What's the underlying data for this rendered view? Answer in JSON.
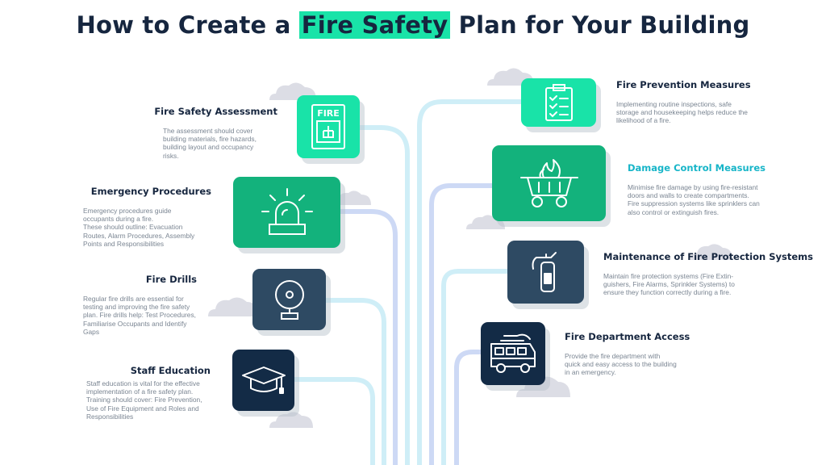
{
  "title": {
    "pre": "How to Create a ",
    "highlight": "Fire Safety",
    "post": " Plan for Your Building"
  },
  "colors": {
    "navy": "#16263f",
    "teal_bright": "#19e3a8",
    "green": "#13b27c",
    "slate": "#2e4a63",
    "dark_navy": "#132b46",
    "line_light": "#cfeef7",
    "line_blue": "#cdd9f5",
    "cloud": "#dcdde5",
    "heading_accent": "#17b5c8"
  },
  "left_steps": [
    {
      "heading": "Fire Safety Assessment",
      "icon": "fire-alarm-panel-icon",
      "icon_label": "FIRE",
      "lines": [
        "The assessment should cover",
        "building materials, fire hazards,",
        "building layout and occupancy",
        "risks."
      ]
    },
    {
      "heading": "Emergency Procedures",
      "icon": "siren-light-icon",
      "lines": [
        "Emergency procedures guide",
        "occupants during a fire.",
        "These should outline: Evacuation",
        "Routes, Alarm Procedures, Assembly",
        "Points and Responsibilities"
      ]
    },
    {
      "heading": "Fire Drills",
      "icon": "alarm-bell-icon",
      "lines": [
        "Regular fire drills are essential for",
        "testing and improving the fire safety",
        "plan. Fire drills help: Test Procedures,",
        "Familiarise Occupants and Identify",
        "Gaps"
      ]
    },
    {
      "heading": "Staff Education",
      "icon": "graduation-cap-icon",
      "lines": [
        "Staff education is vital for the effective",
        "implementation of a fire safety plan.",
        "Training should cover: Fire Prevention,",
        "Use of Fire Equipment and Roles and",
        "Responsibilities"
      ]
    }
  ],
  "right_steps": [
    {
      "heading": "Fire Prevention Measures",
      "icon": "clipboard-checklist-icon",
      "lines": [
        "Implementing routine inspections, safe",
        "storage and housekeeping helps reduce the",
        "likelihood of a fire."
      ]
    },
    {
      "heading": "Damage Control Measures",
      "icon": "burning-cart-icon",
      "lines": [
        "Minimise fire damage by using fire-resistant",
        "doors and walls to create compartments.",
        "Fire suppression systems like sprinklers can",
        "also control or extinguish fires."
      ]
    },
    {
      "heading": "Maintenance of Fire Protection Systems",
      "icon": "fire-extinguisher-icon",
      "lines": [
        "Maintain fire protection systems (Fire Extin-",
        "guishers, Fire Alarms, Sprinkler Systems) to",
        "ensure they function correctly during a fire."
      ]
    },
    {
      "heading": "Fire Department Access",
      "icon": "fire-truck-icon",
      "lines": [
        "Provide the fire department with",
        "quick and easy access to the building",
        "in an emergency."
      ]
    }
  ]
}
